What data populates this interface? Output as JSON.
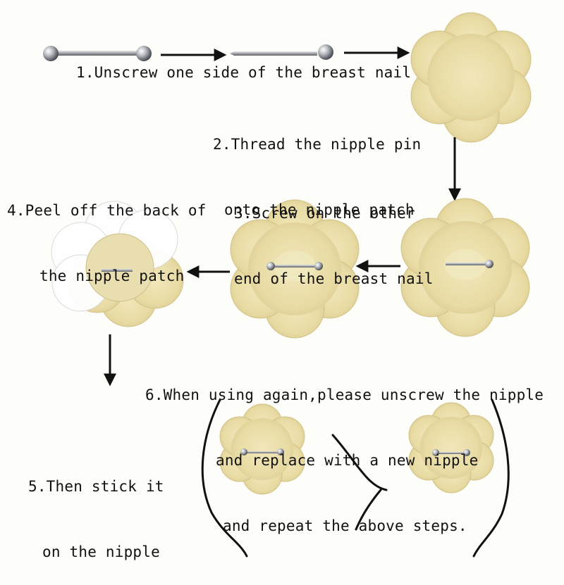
{
  "steps": {
    "step1": {
      "line1": "1.Unscrew one side of the breast nail"
    },
    "step2": {
      "line1": "2.Thread the nipple pin",
      "line2": "onto the nipple patch"
    },
    "step3": {
      "line1": "3.Screw on the other",
      "line2": "end of the breast nail"
    },
    "step4": {
      "line1": "4.Peel off the back of",
      "line2": "the nipple patch"
    },
    "step5": {
      "line1": "5.Then stick it",
      "line2": "on the nipple"
    },
    "step6": {
      "line1": "6.When using again,please unscrew the nipple",
      "line2": "and replace with a new nipple",
      "line3": "and repeat the above steps."
    }
  },
  "colors": {
    "patch": "#ece0ac",
    "patch_shadow": "#d9c98c",
    "backing": "#ffffff",
    "metal": "#a9adb2",
    "arrow": "#111111",
    "body_line": "#111111",
    "background": "#fdfdf9"
  }
}
